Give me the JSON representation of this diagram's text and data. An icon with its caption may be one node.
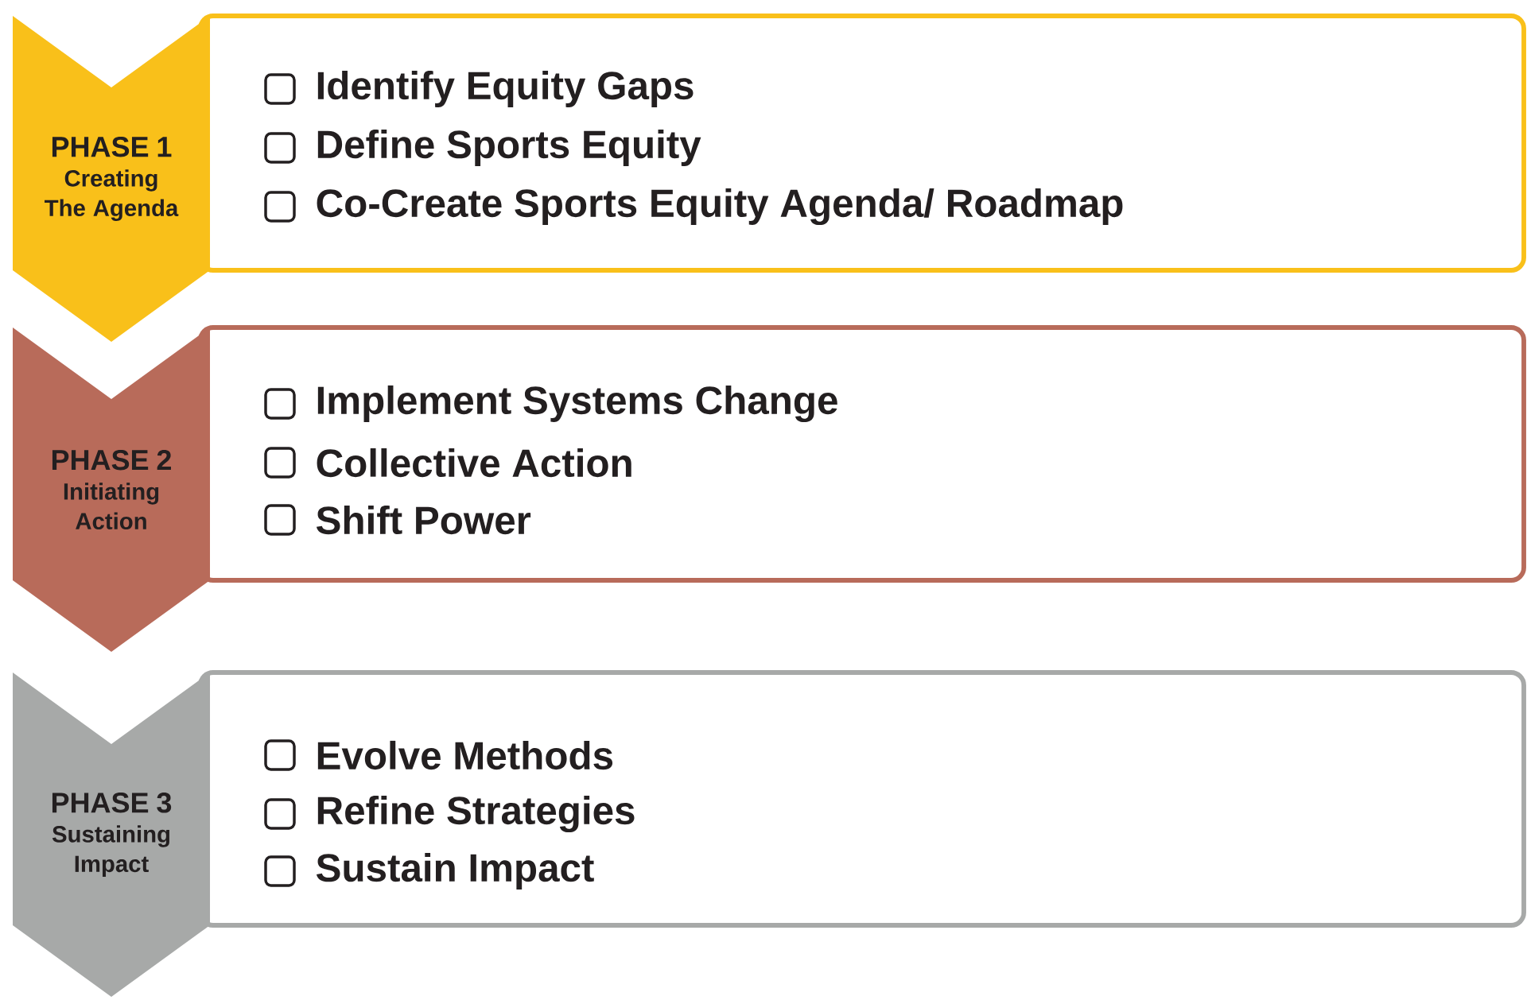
{
  "diagram": {
    "nodes": [
      {
        "text": [
          "PHASE 1",
          "Creating The Agenda"
        ]
      },
      {
        "text": [
          "Identify Equity Gaps",
          "Define Sports Equity",
          "Co-Create Sports Equity Agenda/ Roadmap"
        ]
      },
      {
        "text": [
          "PHASE 2",
          "Initiating Action"
        ]
      },
      {
        "text": [
          "Implement Systems Change",
          "Collective Action",
          "Shift Power"
        ]
      },
      {
        "text": [
          "PHASE 3",
          "Sustaining Impact"
        ]
      },
      {
        "text": [
          "Evolve Methods",
          "Refine Strategies",
          "Sustain Impact"
        ]
      }
    ]
  }
}
